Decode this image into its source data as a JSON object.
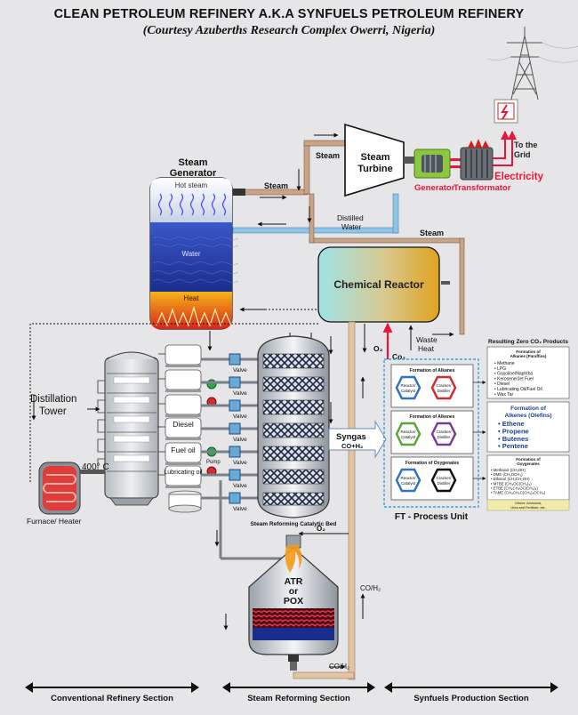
{
  "header": {
    "title": "CLEAN PETROLEUM REFINERY A.K.A SYNFUELS PETROLEUM REFINERY",
    "subtitle": "(Courtesy Azuberths Research Complex Owerri, Nigeria)"
  },
  "labels": {
    "steam_generator": "Steam Generator",
    "hot_steam": "Hot steam",
    "water": "Water",
    "heat": "Heat",
    "steam_1": "Steam",
    "steam_2": "Steam",
    "steam_3": "Steam",
    "steam_turbine": "Steam Turbine",
    "distilled_water": "Distilled Water",
    "generator": "Generator",
    "transformator": "Transformator",
    "electricity": "Electricity",
    "to_the_grid": "To the Grid",
    "chemical_reactor": "Chemical Reactor",
    "o2_top": "O₂",
    "co2": "Co₂",
    "waste_heat": "Waste Heat",
    "distillation_tower": "Distillation Tower",
    "temp_400": "400° C",
    "furnace_heater": "Furnace/ Heater",
    "diesel": "Diesel",
    "fuel_oil": "Fuel oil",
    "lubricating_oil": "Lubricating oil",
    "pump": "Pump",
    "valve": "Valve",
    "syngas": "Syngas",
    "syngas_formula": "CO+H₂",
    "steam_reforming_bed": "Steam Reforming Catalytic Bed",
    "o2_bottom": "O₂",
    "atr_pox": "ATR or POX",
    "co_h2_side": "CO/H₂",
    "co_h2_bottom": "CO/H₂",
    "ft_process_unit": "FT - Process Unit",
    "reactor_catalyst": "Reactor/ Catalyst",
    "cracker_distiller": "Cracker/ Distiller",
    "formation_alkanes": "Formation of Alkanes",
    "formation_alkenes": "Formation of Alkenes",
    "formation_oxygenates": "Formation of Oxygenates"
  },
  "products": {
    "heading": "Resulting Zero CO₂ Products",
    "alkanes_title": "Formation of Alkanes (Paraffins)",
    "alkanes": [
      "Methane",
      "LPG",
      "Gasoline/Naphtha",
      "Kerosene/Jet Fuel",
      "Diesel",
      "Lubricating Oil/Fuel Oil",
      "Wax Tar"
    ],
    "olefins_title": "Formation of Alkenes (Olefins)",
    "olefins": [
      "Ethene",
      "Propene",
      "Butenes",
      "Pentene"
    ],
    "oxygenates_title": "Formation of Oxygenates",
    "oxygenates": [
      "Methanol (CH₃OH)",
      "DME (CH₃OCH₃)",
      "Ethanol (CH₃CH₂OH)",
      "MTBE (CH₃OC(CH₃)₃)",
      "ETBE (CH₃CH₂OC(CH₃)₃)",
      "TAME (CH₃CH₂C(CH₃)₂OCH₃)"
    ],
    "others": "Others: Ammonia, Urea and Fertilizer, etc."
  },
  "sections": {
    "conventional": "Conventional Refinery Section",
    "steam_reforming": "Steam Reforming Section",
    "synfuels": "Synfuels Production Section"
  },
  "colors": {
    "background": "#e6e6e8",
    "pipe_copper": "#c9a488",
    "pipe_water": "#8fc3e8",
    "electric_red": "#e8173a",
    "generator_green": "#8dc63f",
    "ft_border": "#3aa0d8",
    "hex_blue": "#2f74c0",
    "hex_red": "#d12b2b",
    "hex_green": "#5aa43a",
    "hex_purple": "#7d3aa0"
  }
}
